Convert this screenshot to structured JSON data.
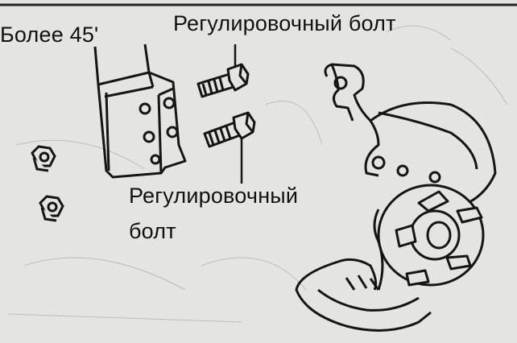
{
  "labels": {
    "angle_note": "Более 45'",
    "adjusting_bolt_top": "Регулировочный болт",
    "adjusting_bolt_bottom_line1": "Регулировочный",
    "adjusting_bolt_bottom_line2": "болт"
  },
  "colors": {
    "paper": "#e4e4e0",
    "ink": "#111111"
  }
}
